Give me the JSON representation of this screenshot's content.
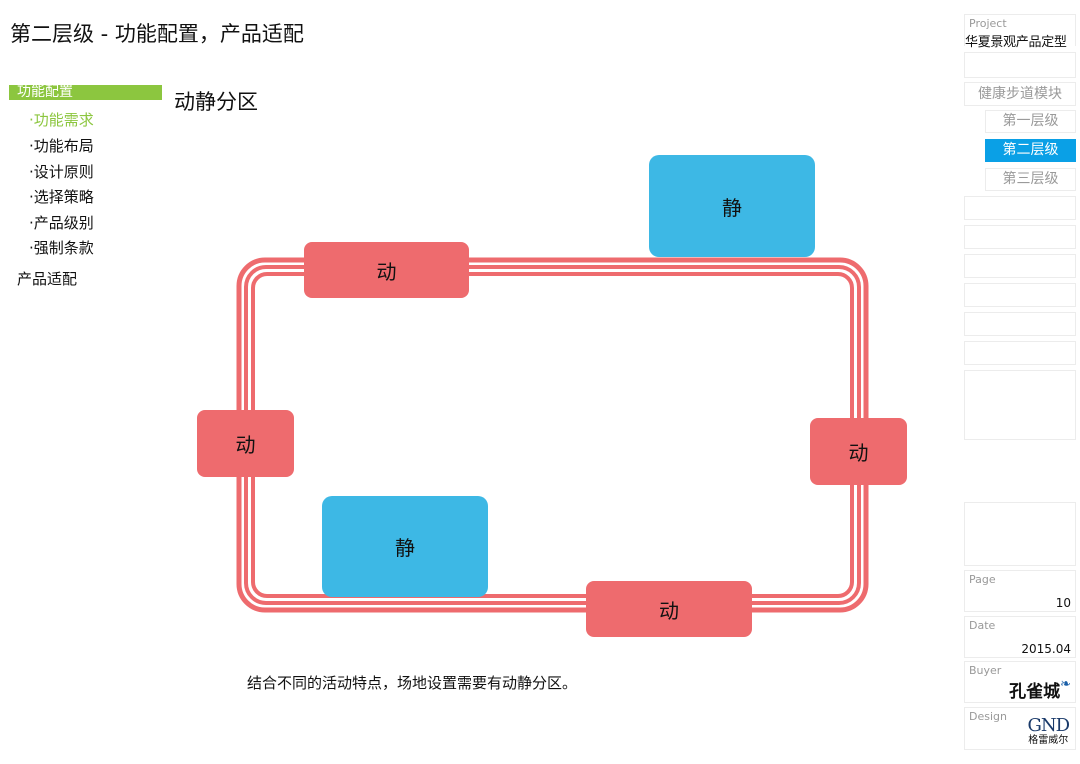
{
  "page_title": "第二层级 - 功能配置，产品适配",
  "nav": {
    "header": "功能配置",
    "items": [
      {
        "label": "·功能需求",
        "active": true
      },
      {
        "label": "·功能布局",
        "active": false
      },
      {
        "label": "·设计原则",
        "active": false
      },
      {
        "label": "·选择策略",
        "active": false
      },
      {
        "label": "·产品级别",
        "active": false
      },
      {
        "label": "·强制条款",
        "active": false
      }
    ],
    "secondary": "产品适配"
  },
  "section_title": "动静分区",
  "diagram": {
    "track_color": "#ee6b6e",
    "dynamic_color": "#ee6b6e",
    "static_color": "#3db8e5",
    "blocks": [
      {
        "id": "top-dynamic",
        "label": "动",
        "kind": "dynamic"
      },
      {
        "id": "left-dynamic",
        "label": "动",
        "kind": "dynamic"
      },
      {
        "id": "right-dynamic",
        "label": "动",
        "kind": "dynamic"
      },
      {
        "id": "bottom-dynamic",
        "label": "动",
        "kind": "dynamic"
      },
      {
        "id": "top-static",
        "label": "静",
        "kind": "static"
      },
      {
        "id": "inner-static",
        "label": "静",
        "kind": "static"
      }
    ]
  },
  "caption": "结合不同的活动特点，场地设置需要有动静分区。",
  "right_panel": {
    "project_label": "Project",
    "project_name": "华夏景观产品定型",
    "module": "健康步道模块",
    "levels": [
      {
        "label": "第一层级",
        "active": false
      },
      {
        "label": "第二层级",
        "active": true
      },
      {
        "label": "第三层级",
        "active": false
      }
    ],
    "page_label": "Page",
    "page_value": "10",
    "date_label": "Date",
    "date_value": "2015.04",
    "buyer_label": "Buyer",
    "buyer_logo": "孔雀城",
    "design_label": "Design",
    "design_mark": "GND",
    "design_name": "格雷威尔",
    "active_color": "#0aa0e6",
    "accent_color": "#8cc63f"
  }
}
